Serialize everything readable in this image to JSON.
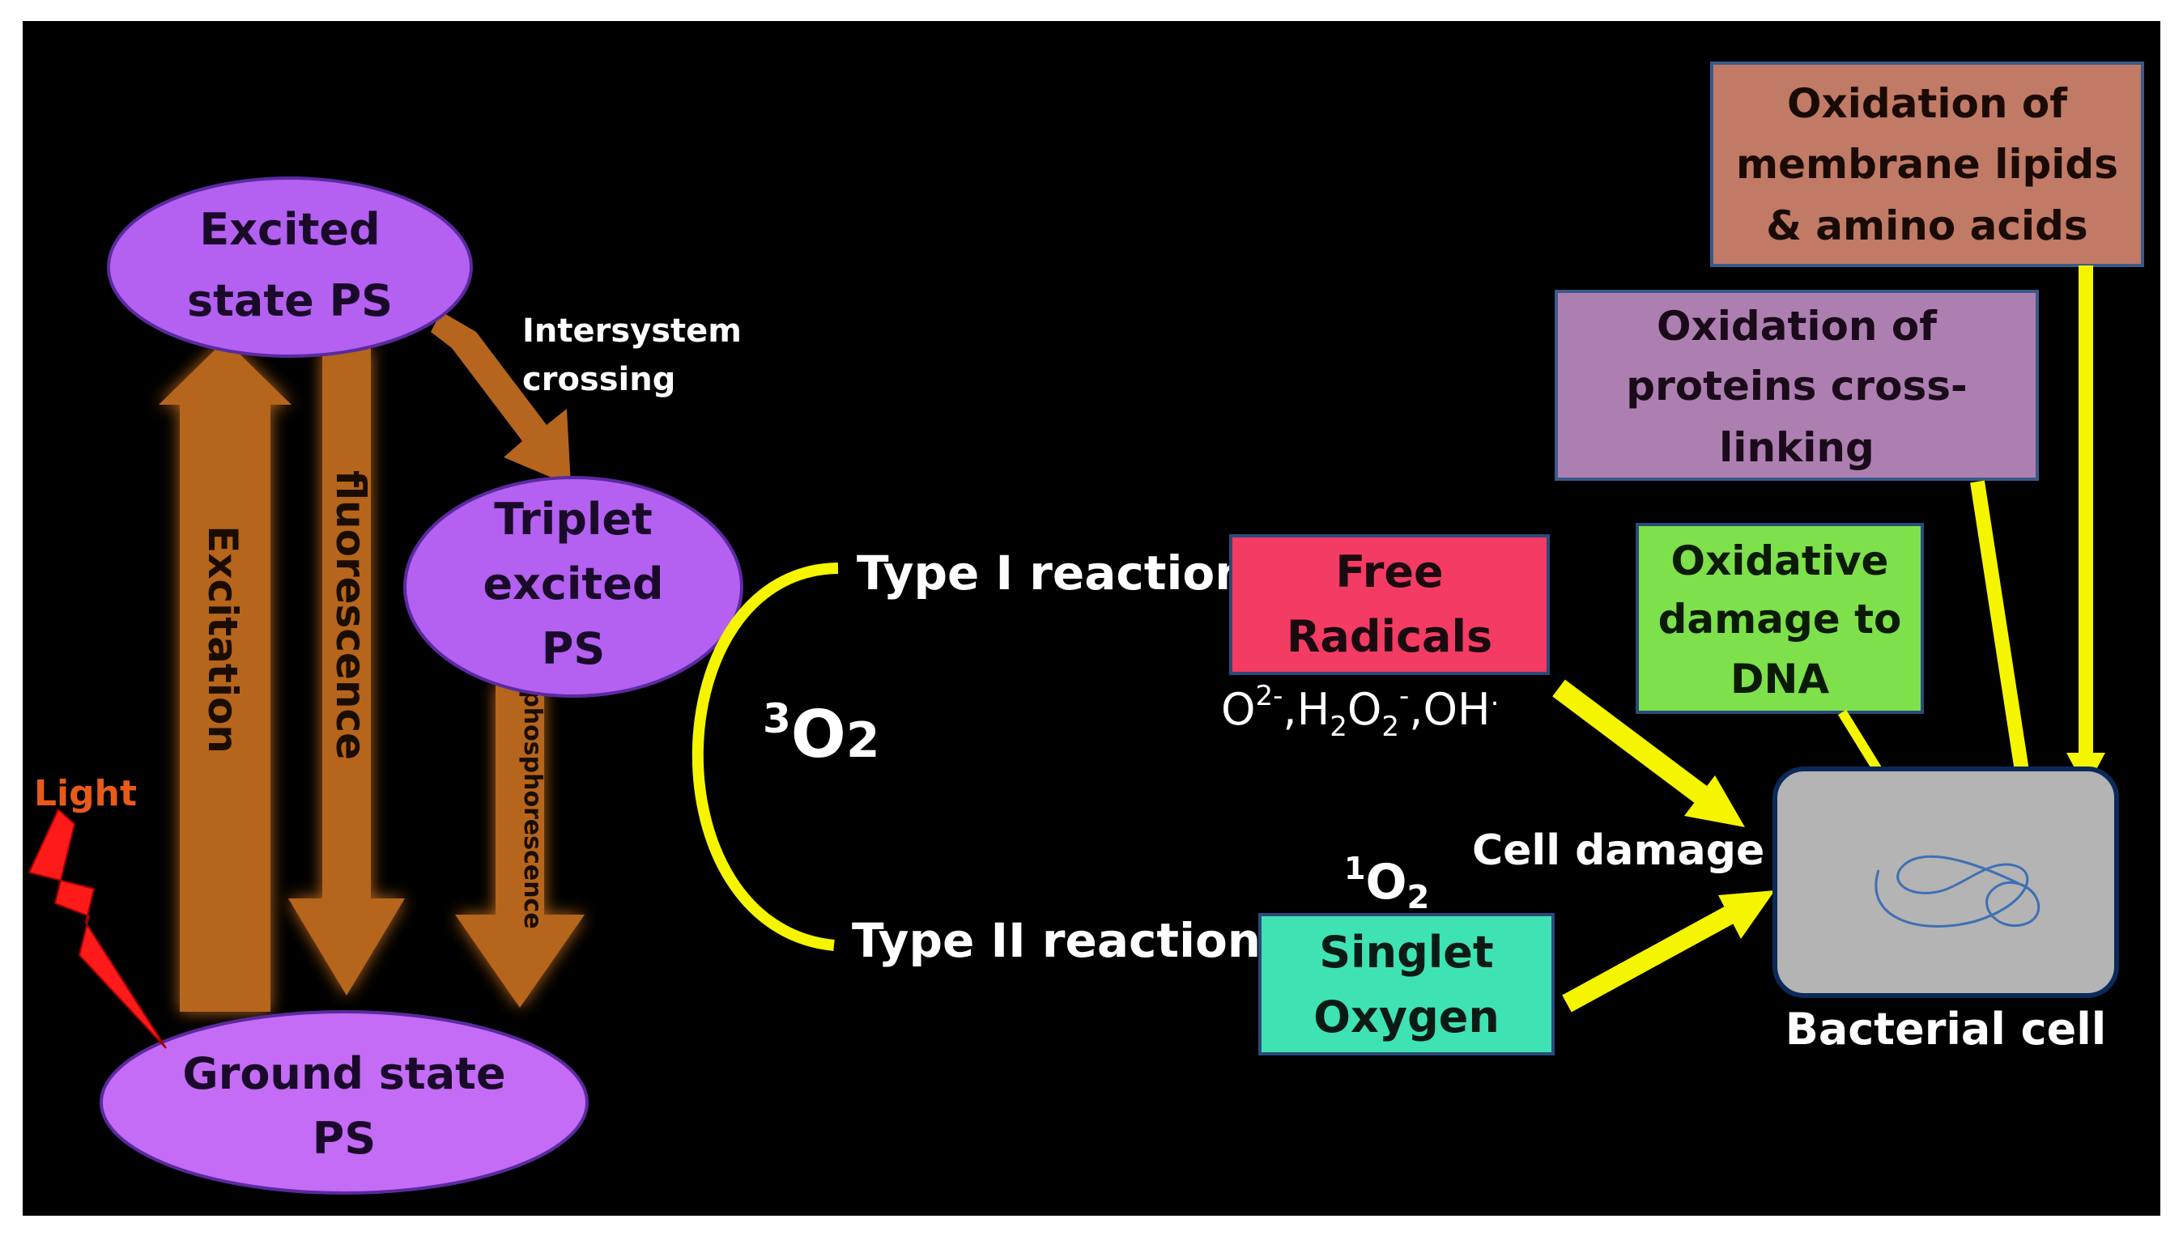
{
  "states": {
    "excited": [
      "Excited",
      "state PS"
    ],
    "triplet": [
      "Triplet",
      "excited",
      "PS"
    ],
    "ground": [
      "Ground state",
      "PS"
    ]
  },
  "transitions": {
    "excitation": "Excitation",
    "fluorescence": "fluorescence",
    "phosphorescence": "phosphorescence",
    "intersystem": [
      "Intersystem",
      "crossing"
    ],
    "light": "Light"
  },
  "oxygen": {
    "triplet_prefix": "3",
    "triplet_main": "O",
    "triplet_sub": "2",
    "singlet_prefix": "1",
    "singlet_main": "O",
    "singlet_sub": "2"
  },
  "reactions": {
    "type1": "Type I reaction",
    "type2": "Type II reaction"
  },
  "boxes": {
    "free_radicals": [
      "Free",
      "Radicals"
    ],
    "singlet_oxygen": [
      "Singlet",
      "Oxygen"
    ],
    "dna": [
      "Oxidative",
      "damage to",
      "DNA"
    ],
    "proteins": [
      "Oxidation of",
      "proteins cross-",
      "linking"
    ],
    "lipids": [
      "Oxidation of",
      "membrane lipids",
      "& amino acids"
    ]
  },
  "radicals_formula": {
    "o": "O",
    "o_sup": "2-",
    "h": ",H",
    "h_sub": "2",
    "o2": "O",
    "o2_sub": "2",
    "o2_sup": "-",
    "oh": ",OH",
    "oh_sup": "."
  },
  "cell_damage": "Cell damage",
  "bacterial_cell": "Bacterial cell",
  "colors": {
    "background": "#000000",
    "state_ellipse": "#b460f0",
    "arrow_brown": "#b5651d",
    "arrow_yellow": "#f5f500",
    "light_red": "#ff1a1a",
    "free_radicals_box": "#f43b63",
    "singlet_box": "#3fe3b3",
    "dna_box": "#7ee04b",
    "protein_box": "#ad7fb1",
    "lipid_box": "#c07a66",
    "cell": "#b4b4b4"
  }
}
